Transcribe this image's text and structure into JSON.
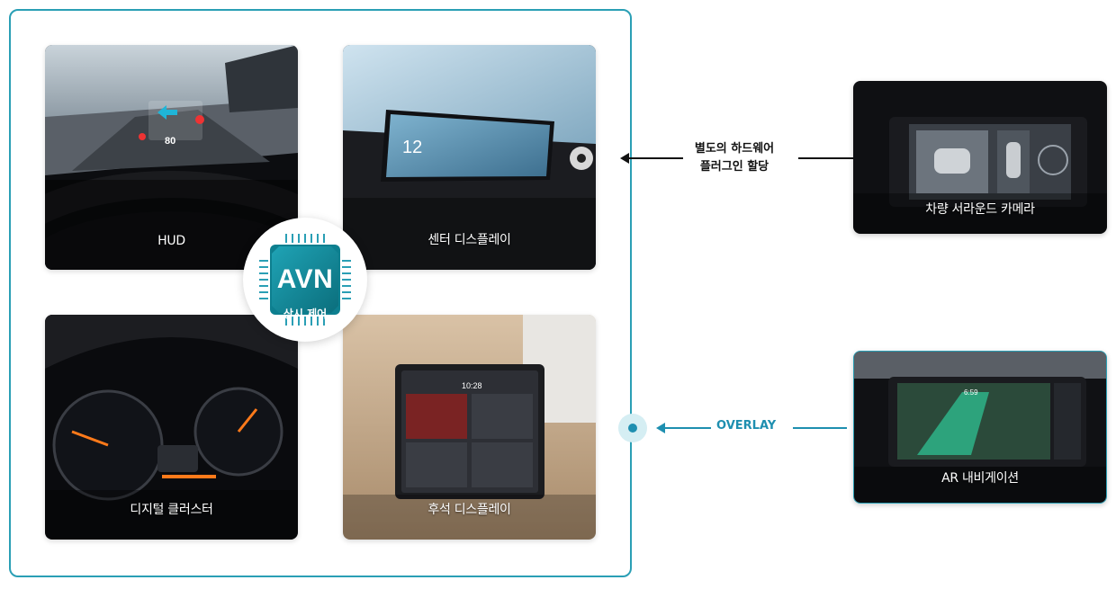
{
  "tiles": {
    "hud": "HUD",
    "center": "센터 디스플레이",
    "cluster": "디지털 클러스터",
    "rear": "후석 디스플레이"
  },
  "avn": {
    "title": "AVN",
    "subtitle": "상시 제어"
  },
  "side": {
    "camera_label": "차량 서라운드 카메라",
    "ar_label": "AR 내비게이션",
    "plugin_line1": "별도의 하드웨어",
    "plugin_line2": "플러그인 할당",
    "overlay": "OVERLAY"
  },
  "screens": {
    "center_temp": "12",
    "rear_time": "10:28",
    "hud_speed": "80",
    "ar_time": "6:59"
  },
  "colors": {
    "accent": "#2a9fb5",
    "overlay_text": "#1e8fb0",
    "chip_dark": "#0b6e7c",
    "chip_light": "#1fa3b5"
  }
}
